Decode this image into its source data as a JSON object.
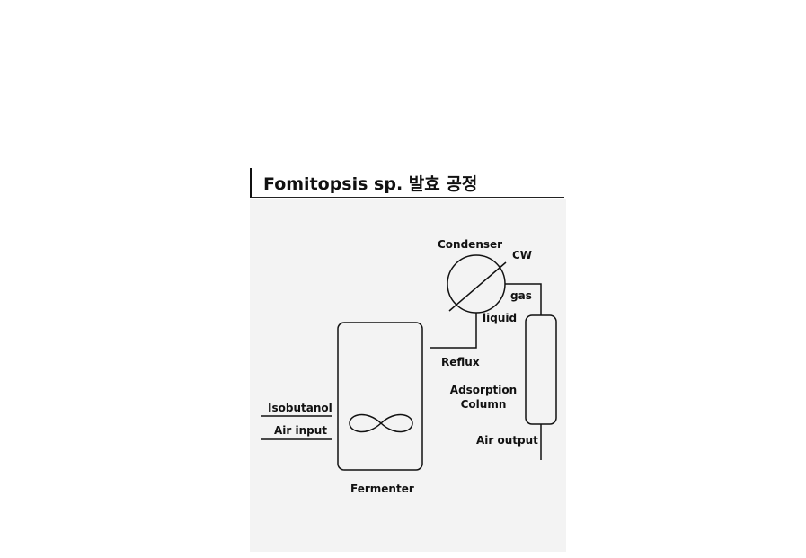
{
  "title": "Fomitopsis sp. 발효 공정",
  "labels": {
    "condenser": "Condenser",
    "cw": "CW",
    "gas": "gas",
    "liquid": "liquid",
    "reflux": "Reflux",
    "adsorption_column_line1": "Adsorption",
    "adsorption_column_line2": "Column",
    "air_output": "Air output",
    "isobutanol": "Isobutanol",
    "air_input": "Air input",
    "fermenter": "Fermenter"
  }
}
